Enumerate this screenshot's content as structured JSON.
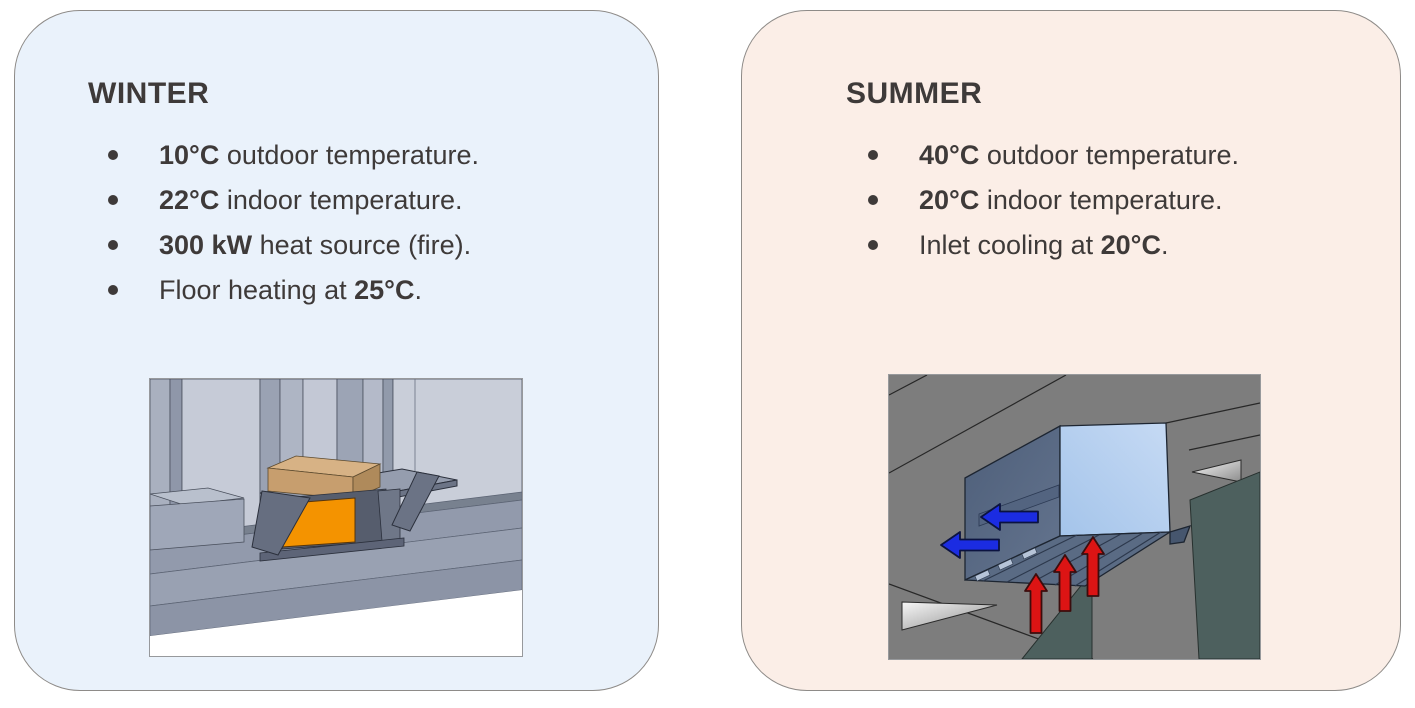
{
  "colors": {
    "winter_card_bg": "#eaf2fb",
    "summer_card_bg": "#fbeee7",
    "card_border": "#8e8b88",
    "text": "#3e3a39",
    "heat_source_orange": "#f49300",
    "cold_air_blue": "#1b2ce2",
    "warm_air_red": "#dc1414"
  },
  "winter_card": {
    "title": "WINTER",
    "bullets": [
      {
        "segments": [
          {
            "t": "10°C",
            "b": true
          },
          {
            "t": " outdoor temperature.",
            "b": false
          }
        ]
      },
      {
        "segments": [
          {
            "t": "22°C",
            "b": true
          },
          {
            "t": " indoor temperature.",
            "b": false
          }
        ]
      },
      {
        "segments": [
          {
            "t": "300 kW",
            "b": true
          },
          {
            "t": " heat source (fire).",
            "b": false
          }
        ]
      },
      {
        "segments": [
          {
            "t": "Floor heating at ",
            "b": false
          },
          {
            "t": "25°C",
            "b": true
          },
          {
            "t": ".",
            "b": false
          }
        ]
      }
    ],
    "illustration": "fire-heat-source-3d-render"
  },
  "summer_card": {
    "title": "SUMMER",
    "bullets": [
      {
        "segments": [
          {
            "t": "40°C",
            "b": true
          },
          {
            "t": " outdoor temperature.",
            "b": false
          }
        ]
      },
      {
        "segments": [
          {
            "t": "20°C",
            "b": true
          },
          {
            "t": " indoor temperature.",
            "b": false
          }
        ]
      },
      {
        "segments": [
          {
            "t": "Inlet cooling at ",
            "b": false
          },
          {
            "t": "20°C",
            "b": true
          },
          {
            "t": ".",
            "b": false
          }
        ]
      }
    ],
    "illustration": "ceiling-cooling-unit-3d-render"
  }
}
